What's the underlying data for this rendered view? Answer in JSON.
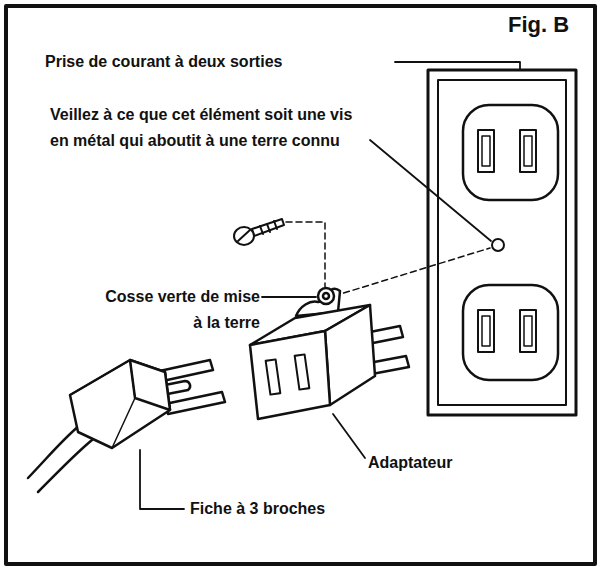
{
  "diagram": {
    "title": "Fig. B",
    "labels": [
      "Prise de courant à deux sorties",
      "Veillez à ce que cet élément soit une vis en métal qui aboutit à une terre connu",
      "Cosse verte de mise à la terre",
      "Adaptateur",
      "Fiche à 3 broches"
    ]
  }
}
